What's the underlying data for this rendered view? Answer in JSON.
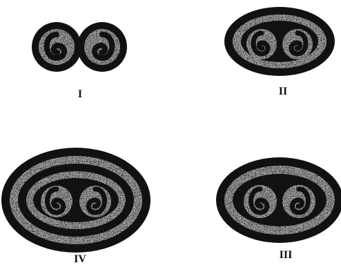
{
  "figure": {
    "colors": {
      "background": "#ffffff",
      "ink": "#111111",
      "gray": "#9a9a9a"
    },
    "panels": [
      {
        "id": "I",
        "label": "I",
        "rings": 0,
        "shape": "figure-eight"
      },
      {
        "id": "II",
        "label": "II",
        "rings": 1,
        "shape": "oval"
      },
      {
        "id": "III",
        "label": "III",
        "rings": 1,
        "shape": "oval"
      },
      {
        "id": "IV",
        "label": "IV",
        "rings": 2,
        "shape": "oval"
      }
    ]
  }
}
